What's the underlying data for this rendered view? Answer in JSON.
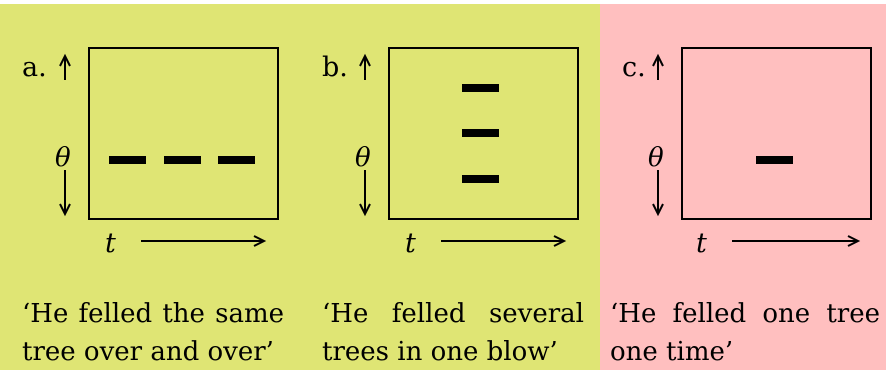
{
  "panels": [
    {
      "id": "a",
      "letter": "a.",
      "theta": "θ",
      "t": "t",
      "caption": "‘He felled the same tree over and over’",
      "background": "#dfe574"
    },
    {
      "id": "b",
      "letter": "b.",
      "theta": "θ",
      "t": "t",
      "caption": "‘He felled several trees in one blow’",
      "background": "#dfe574"
    },
    {
      "id": "c",
      "letter": "c.",
      "theta": "θ",
      "t": "t",
      "caption": "‘He felled one tree one time’",
      "background": "#ffbfbf"
    }
  ]
}
